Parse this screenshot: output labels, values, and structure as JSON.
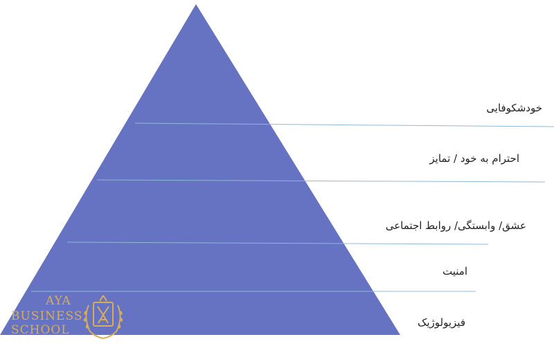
{
  "pyramid": {
    "fill_color": "#6673c3",
    "line_color": "#8fb8d8",
    "levels": [
      {
        "label": "خودشکوفایی"
      },
      {
        "label": "احترام به خود / تمایز"
      },
      {
        "label": "عشق/ وابستگی/ روابط اجتماعی"
      },
      {
        "label": "امنیت"
      },
      {
        "label": "فیزیولوژیک"
      }
    ]
  },
  "logo": {
    "line_1": "AYA",
    "line_2": "BUSINESS",
    "line_3": "SCHOOL",
    "color": "#d9ad5a",
    "emblem_icon": "laurel-crest-icon"
  }
}
